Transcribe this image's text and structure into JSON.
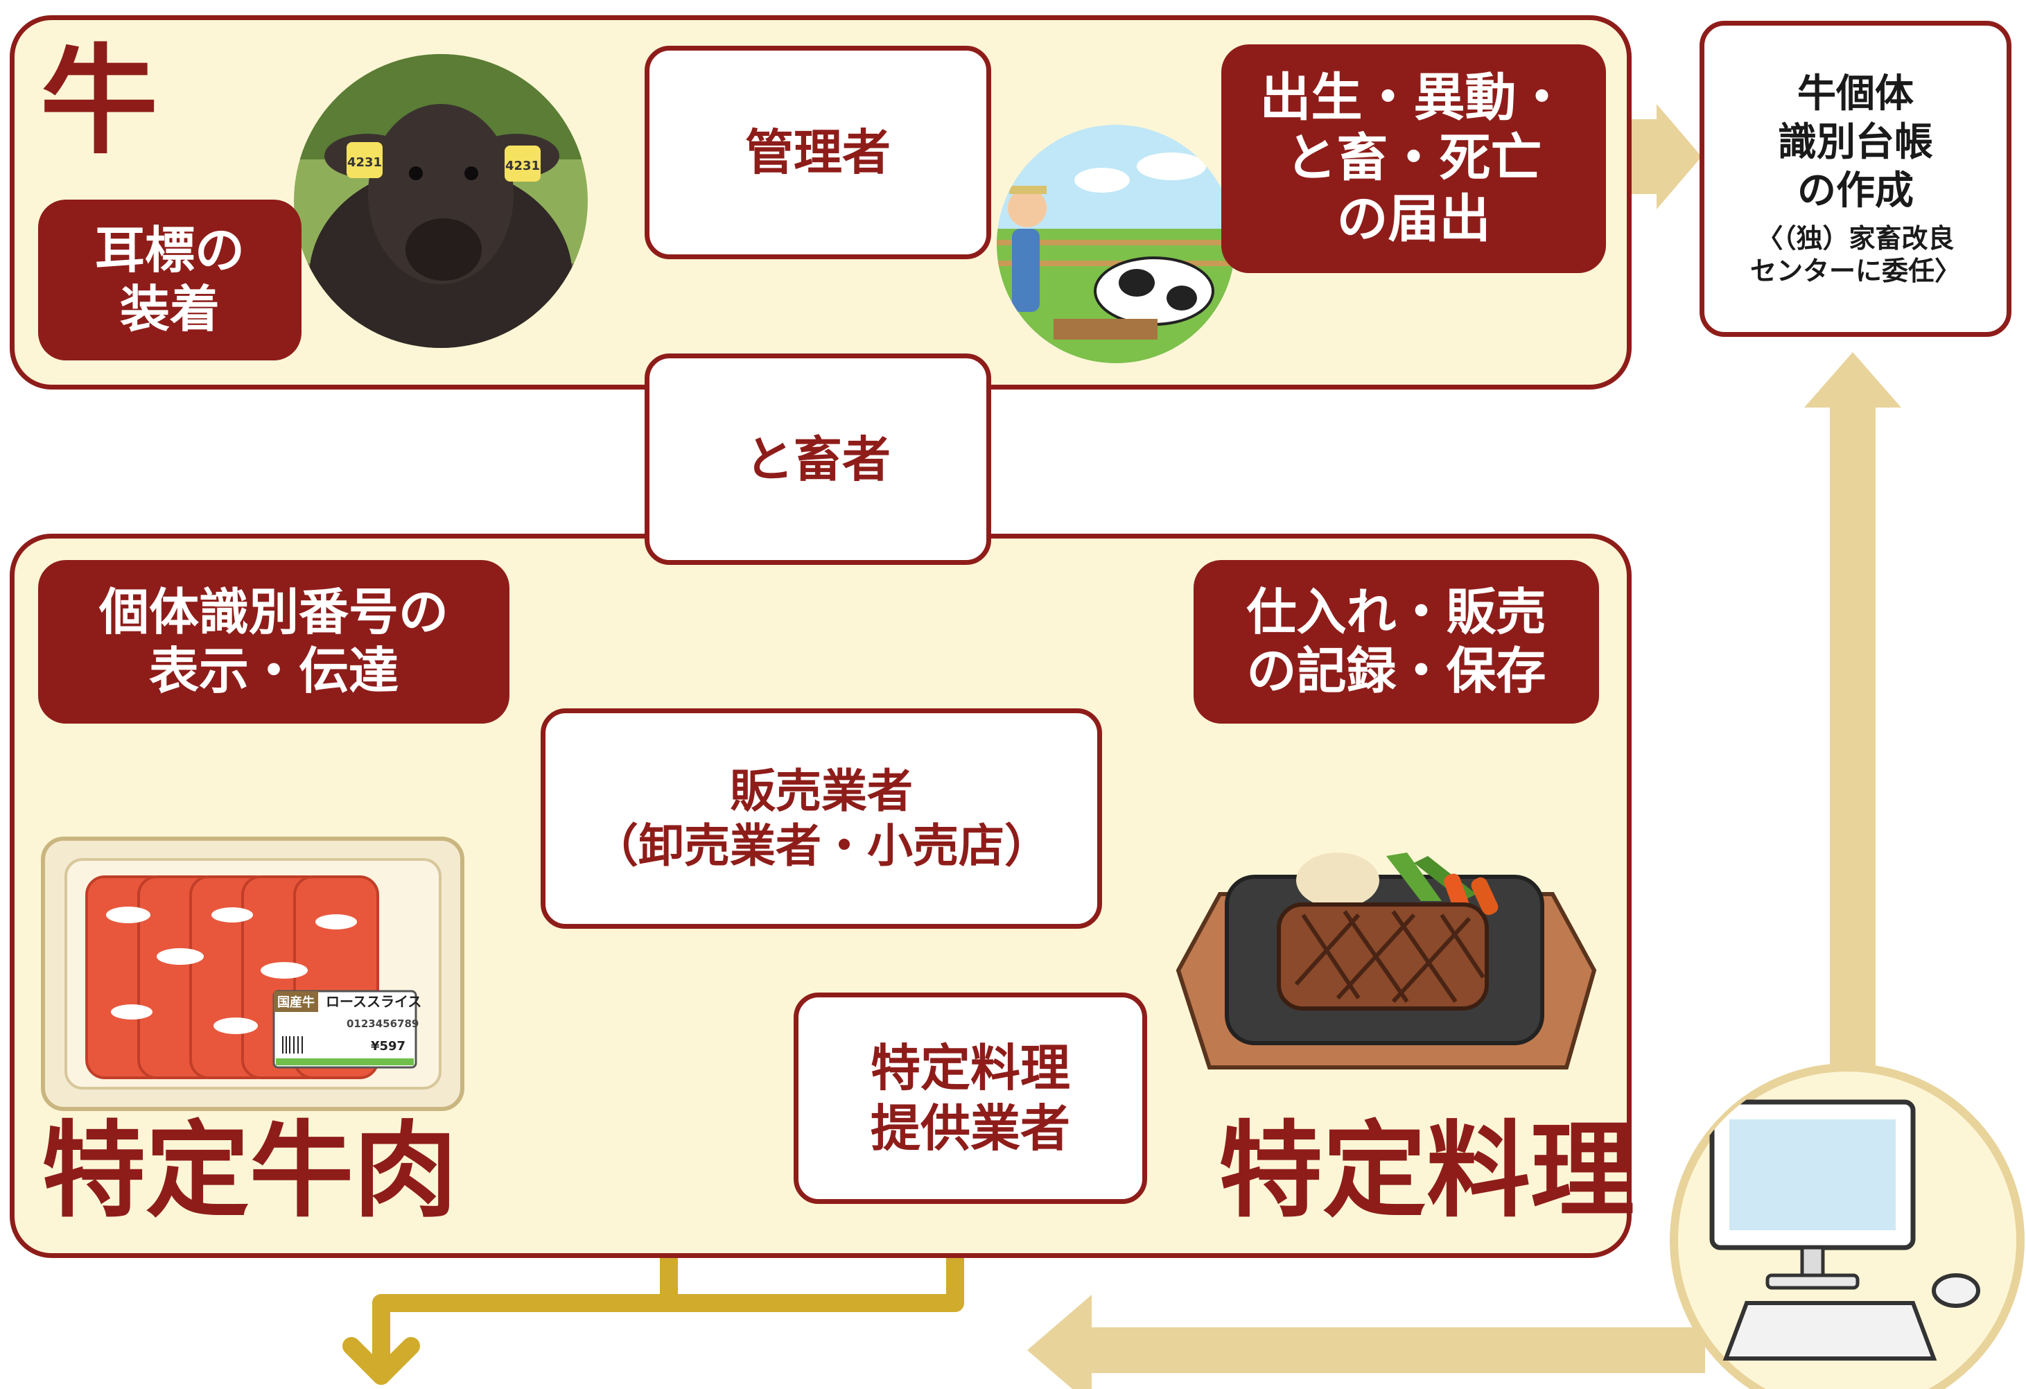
{
  "panels": {
    "cattle_title": "牛",
    "meat_title": "特定牛肉",
    "dish_title": "特定料理"
  },
  "tags": {
    "ear_tag": [
      "耳標の",
      "装着"
    ],
    "notification": [
      "出生・異動・",
      "と畜・死亡",
      "の届出"
    ],
    "display_number": [
      "個体識別番号の",
      "表示・伝達"
    ],
    "records": [
      "仕入れ・販売",
      "の記録・保存"
    ]
  },
  "nodes": {
    "manager": "管理者",
    "slaughterer": "と畜者",
    "seller": [
      "販売業者",
      "（卸売業者・小売店）"
    ],
    "specialty": [
      "特定料理",
      "提供業者"
    ],
    "registry": [
      "牛個体",
      "識別台帳",
      "の作成"
    ],
    "registry_note": [
      "〈（独）家畜改良",
      "センターに委任〉"
    ]
  },
  "labels": {
    "ear_tag_number": "4231",
    "package_origin": "国産牛",
    "package_product": "ローススライス",
    "package_id": "0123456789",
    "package_price": "¥597"
  },
  "colors": {
    "dark_red": "#8e1d1a",
    "panel_fill": "#fdf6d6",
    "gold_arrow": "#d1ab2c",
    "tan_arrow": "#e8d39b"
  }
}
